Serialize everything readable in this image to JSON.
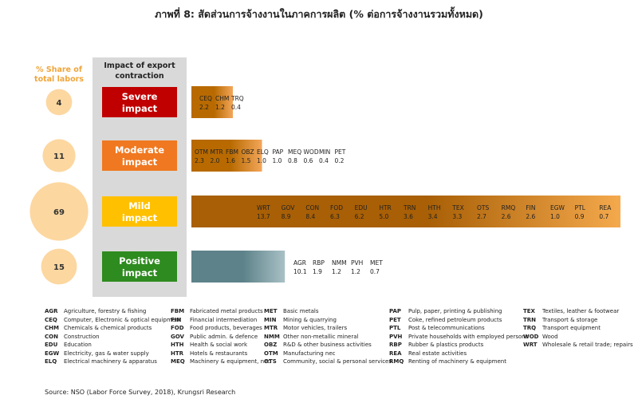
{
  "title": "ภาพที่ 8: สัดส่วนการจ้างงานในภาคการผลิต (% ต่อการจ้างงานรวมทั้งหมด)",
  "share_header": [
    "% Share of",
    "total labors"
  ],
  "impact_header": [
    "Impact of export",
    "contraction"
  ],
  "colors": {
    "severe": "#c00000",
    "moderate": "#f07820",
    "mild": "#ffc000",
    "positive": "#2e8b1f",
    "share_circle": "#fcd7a0",
    "panel": "#d9d9d9"
  },
  "chart_data": {
    "type": "bar",
    "rows": [
      {
        "impact": "Severe impact",
        "impact_lines": [
          "Severe",
          "impact"
        ],
        "share": "4",
        "share_value": 4,
        "bar_color_dark": "#b86a00",
        "bar_color_light": "#f3a65a",
        "items": [
          {
            "code": "CEQ",
            "value": "2.2"
          },
          {
            "code": "CHM",
            "value": "1.2"
          },
          {
            "code": "TRQ",
            "value": "0.4"
          }
        ]
      },
      {
        "impact": "Moderate impact",
        "impact_lines": [
          "Moderate",
          "impact"
        ],
        "share": "11",
        "share_value": 11,
        "bar_color_dark": "#b86a00",
        "bar_color_light": "#f3a65a",
        "items": [
          {
            "code": "OTM",
            "value": "2.3"
          },
          {
            "code": "MTR",
            "value": "2.0"
          },
          {
            "code": "FBM",
            "value": "1.6"
          },
          {
            "code": "OBZ",
            "value": "1.5"
          },
          {
            "code": "ELQ",
            "value": "1.0"
          },
          {
            "code": "PAP",
            "value": "1.0"
          },
          {
            "code": "MEQ",
            "value": "0.8"
          },
          {
            "code": "WOD",
            "value": "0.6"
          },
          {
            "code": "MIN",
            "value": "0.4"
          },
          {
            "code": "PET",
            "value": "0.2"
          }
        ]
      },
      {
        "impact": "Mild impact",
        "impact_lines": [
          "Mild",
          "impact"
        ],
        "share": "69",
        "share_value": 69,
        "bar_color_dark": "#a85f05",
        "bar_color_light": "#f5a94d",
        "items": [
          {
            "code": "WRT",
            "value": "13.7"
          },
          {
            "code": "GOV",
            "value": "8.9"
          },
          {
            "code": "CON",
            "value": "8.4"
          },
          {
            "code": "FOD",
            "value": "6.3"
          },
          {
            "code": "EDU",
            "value": "6.2"
          },
          {
            "code": "HTR",
            "value": "5.0"
          },
          {
            "code": "TRN",
            "value": "3.6"
          },
          {
            "code": "HTH",
            "value": "3.4"
          },
          {
            "code": "TEX",
            "value": "3.3"
          },
          {
            "code": "OTS",
            "value": "2.7"
          },
          {
            "code": "RMQ",
            "value": "2.6"
          },
          {
            "code": "FIN",
            "value": "2.6"
          },
          {
            "code": "EGW",
            "value": "1.0"
          },
          {
            "code": "PTL",
            "value": "0.9"
          },
          {
            "code": "REA",
            "value": "0.7"
          }
        ]
      },
      {
        "impact": "Positive impact",
        "impact_lines": [
          "Positive",
          "impact"
        ],
        "share": "15",
        "share_value": 15,
        "bar_color_dark": "#5d8289",
        "bar_color_light": "#a8c1c6",
        "items": [
          {
            "code": "AGR",
            "value": "10.1"
          },
          {
            "code": "RBP",
            "value": "1.9"
          },
          {
            "code": "NMM",
            "value": "1.2"
          },
          {
            "code": "PVH",
            "value": "1.2"
          },
          {
            "code": "MET",
            "value": "0.7"
          }
        ]
      }
    ]
  },
  "legend": {
    "columns": [
      [
        {
          "code": "AGR",
          "label": "Agriculture, forestry & fishing"
        },
        {
          "code": "CEQ",
          "label": "Computer, Electronic & optical equipment"
        },
        {
          "code": "CHM",
          "label": "Chemicals & chemical products"
        },
        {
          "code": "CON",
          "label": "Construction"
        },
        {
          "code": "EDU",
          "label": "Education"
        },
        {
          "code": "EGW",
          "label": "Electricity, gas & water supply"
        },
        {
          "code": "ELQ",
          "label": "Electrical machinery & apparatus"
        }
      ],
      [
        {
          "code": "FBM",
          "label": "Fabricated metal products"
        },
        {
          "code": "FIN",
          "label": "Financial intermediation"
        },
        {
          "code": "FOD",
          "label": "Food products, beverages"
        },
        {
          "code": "GOV",
          "label": "Public admin. & defence"
        },
        {
          "code": "HTH",
          "label": "Health & social work"
        },
        {
          "code": "HTR",
          "label": "Hotels & restaurants"
        },
        {
          "code": "MEQ",
          "label": "Machinery & equipment, nec"
        }
      ],
      [
        {
          "code": "MET",
          "label": "Basic metals"
        },
        {
          "code": "MIN",
          "label": "Mining & quarrying"
        },
        {
          "code": "MTR",
          "label": "Motor vehicles, trailers"
        },
        {
          "code": "NMM",
          "label": "Other non-metallic mineral"
        },
        {
          "code": "OBZ",
          "label": "R&D & other business activities"
        },
        {
          "code": "OTM",
          "label": "Manufacturing nec"
        },
        {
          "code": "OTS",
          "label": "Community, social & personal services"
        }
      ],
      [
        {
          "code": "PAP",
          "label": "Pulp, paper, printing & publishing"
        },
        {
          "code": "PET",
          "label": "Coke, refined petroleum products"
        },
        {
          "code": "PTL",
          "label": "Post & telecommunications"
        },
        {
          "code": "PVH",
          "label": "Private households with employed persons"
        },
        {
          "code": "RBP",
          "label": "Rubber & plastics products"
        },
        {
          "code": "REA",
          "label": "Real estate activities"
        },
        {
          "code": "RMQ",
          "label": "Renting of machinery & equipment"
        }
      ],
      [
        {
          "code": "TEX",
          "label": "Textiles, leather & footwear"
        },
        {
          "code": "TRN",
          "label": "Transport & storage"
        },
        {
          "code": "TRQ",
          "label": "Transport equipment"
        },
        {
          "code": "WOD",
          "label": "Wood"
        },
        {
          "code": "WRT",
          "label": "Wholesale & retail trade; repairs"
        }
      ]
    ]
  },
  "source": "Source: NSO (Labor Force Survey, 2018), Krungsri Research"
}
